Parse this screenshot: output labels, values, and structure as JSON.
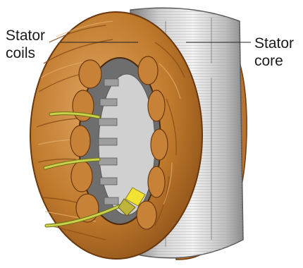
{
  "labels": {
    "stator_coils": {
      "line1": "Stator",
      "line2": "coils"
    },
    "stator_core": {
      "line1": "Stator",
      "line2": "core"
    }
  },
  "colors": {
    "copper": "#c07a2c",
    "copper_dark": "#7a4514",
    "copper_light": "#dda060",
    "steel": "#b4b4b4",
    "steel_dark": "#6e6e6e",
    "steel_light": "#ededed",
    "lead_wire": "#c8cf4a",
    "sleeve": "#f0e030"
  },
  "icons": [
    "copper-winding",
    "laminated-steel-core",
    "lead-wire"
  ]
}
